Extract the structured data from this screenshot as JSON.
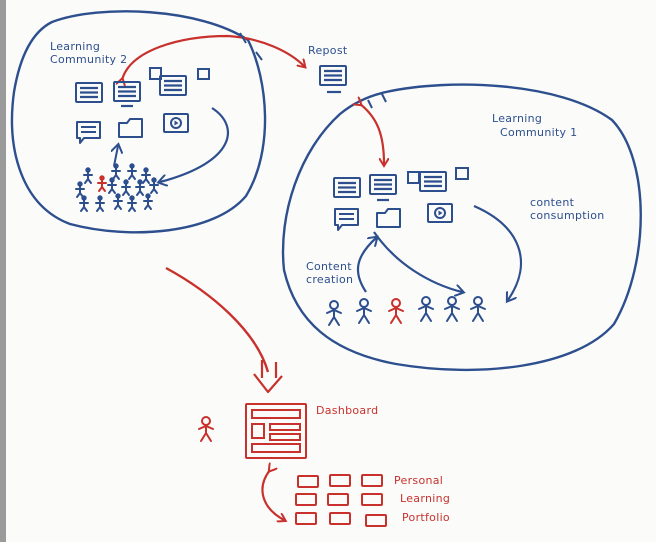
{
  "colors": {
    "blue": "#2d4f8e",
    "red": "#c8312c",
    "ink": "#2b2b2b",
    "paper": "#fbfbfa"
  },
  "labels": {
    "community_2_line1": "Learning",
    "community_2_line2": "Community 2",
    "repost": "Repost",
    "community_1_line1": "Learning",
    "community_1_line2": "Community 1",
    "content_consumption_line1": "content",
    "content_consumption_line2": "consumption",
    "content_creation_line1": "Content",
    "content_creation_line2": "creation",
    "dashboard": "Dashboard",
    "portfolio_line1": "Personal",
    "portfolio_line2": "Learning",
    "portfolio_line3": "Portfolio"
  },
  "icons": [
    "post-icon",
    "comment-icon",
    "folder-icon",
    "video-icon",
    "person-icon",
    "dashboard-icon",
    "portfolio-card-icon"
  ]
}
